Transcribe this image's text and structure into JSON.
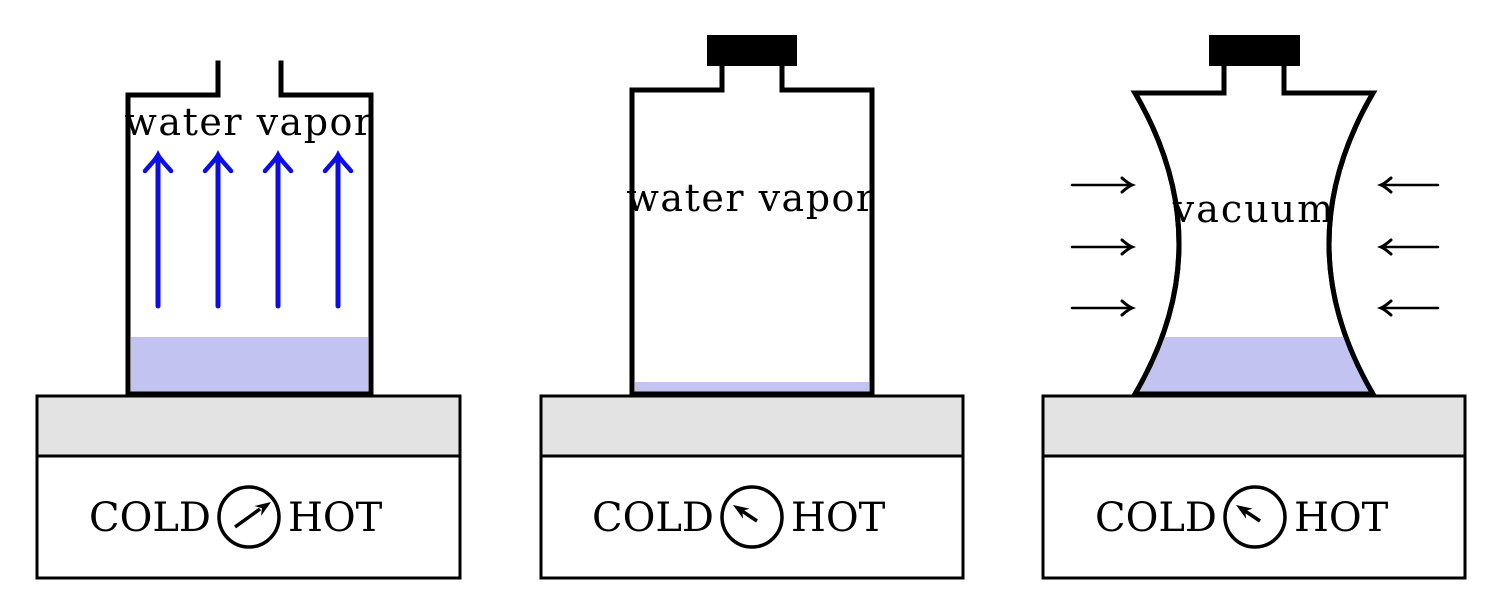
{
  "colors": {
    "ink": "#000000",
    "water": "#c3c3f1",
    "hotplate_gray": "#e3e3e3",
    "vapor_arrow_blue": "#0d0de8"
  },
  "panels": [
    {
      "container_label": "water vapor",
      "container_state": "open, boiling water with vapor escaping",
      "dial": {
        "cold_label": "COLD",
        "hot_label": "HOT",
        "needle_direction": "up-right-toward-HOT"
      }
    },
    {
      "container_label": "water vapor",
      "container_state": "sealed with cap, filled with water vapor",
      "dial": {
        "cold_label": "COLD",
        "hot_label": "HOT",
        "needle_direction": "up-left-toward-COLD"
      }
    },
    {
      "container_label": "vacuum",
      "container_state": "sealed, crushed inward by outside pressure",
      "dial": {
        "cold_label": "COLD",
        "hot_label": "HOT",
        "needle_direction": "up-left-toward-COLD"
      }
    }
  ]
}
